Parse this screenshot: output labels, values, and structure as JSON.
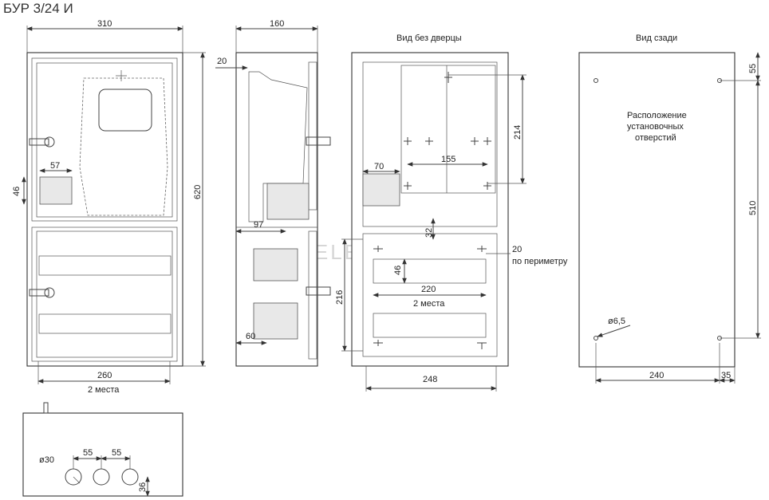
{
  "title": "БУР 3/24 И",
  "views": {
    "front": {
      "width": "310",
      "height": "620",
      "din_width": "260",
      "din_places": "2 места",
      "rail_offset": "57",
      "rail_height": "46"
    },
    "side": {
      "depth": "160",
      "top_offset": "20",
      "meter_depth": "97",
      "breaker_depth": "60"
    },
    "inner": {
      "label": "Вид без дверцы",
      "meter_height": "214",
      "meter_mount": "155",
      "left_gap": "70",
      "gap": "32",
      "perimeter": "20",
      "perimeter_label": "по периметру",
      "rail_pitch": "46",
      "rail_length": "220",
      "places": "2 места",
      "lower_height": "216",
      "inner_width": "248"
    },
    "rear": {
      "label": "Вид сзади",
      "holes_label_1": "Расположение",
      "holes_label_2": "установочных",
      "holes_label_3": "отверстий",
      "top_offset": "55",
      "hole_spacing_v": "510",
      "hole_diameter": "ø6,5",
      "hole_spacing_h": "240",
      "edge_offset": "35"
    },
    "bottom": {
      "knock_diameter": "ø30",
      "spacing_1": "55",
      "spacing_2": "55",
      "height": "36"
    }
  },
  "watermark": "RUSELECTRIC"
}
